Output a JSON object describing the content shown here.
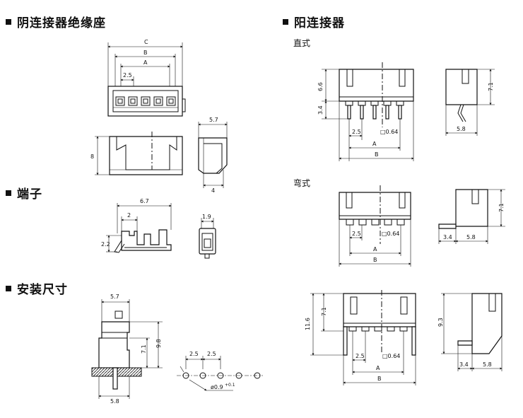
{
  "headings": {
    "housing": "阴连接器绝缘座",
    "terminal": "端子",
    "mounting": "安装尺寸",
    "header": "阳连接器"
  },
  "subheadings": {
    "straight": "直式",
    "angled": "弯式"
  },
  "dims": {
    "C": "C",
    "B": "B",
    "A": "A",
    "p2_5": "2.5",
    "h8": "8",
    "w5_7": "5.7",
    "w4": "4",
    "t6_7": "6.7",
    "t2": "2",
    "t2_2": "2.2",
    "t1_9": "1.9",
    "m5_7": "5.7",
    "m9_8": "9.8",
    "m7_1": "7.1",
    "m5_8": "5.8",
    "hole_p1": "2.5",
    "hole_p2": "2.5",
    "hole_dia": "ø0.9",
    "hole_tol": "+0.1",
    "s6_6": "6.6",
    "s3_4": "3.4",
    "s2_5": "2.5",
    "s_pin": "□0.64",
    "s_A": "A",
    "s_B": "B",
    "s7_1": "7.1",
    "s5_8": "5.8",
    "r2_5": "2.5",
    "r_pin": "□0.64",
    "r_A": "A",
    "r_B": "B",
    "r7_1": "7.1",
    "r3_4": "3.4",
    "r5_8": "5.8",
    "b11_6": "11.6",
    "b7_1": "7.1",
    "b2_5": "2.5",
    "b_pin": "□0.64",
    "b_A": "A",
    "b_B": "B",
    "b9_3": "9.3",
    "b3_4": "3.4",
    "b5_8": "5.8"
  }
}
